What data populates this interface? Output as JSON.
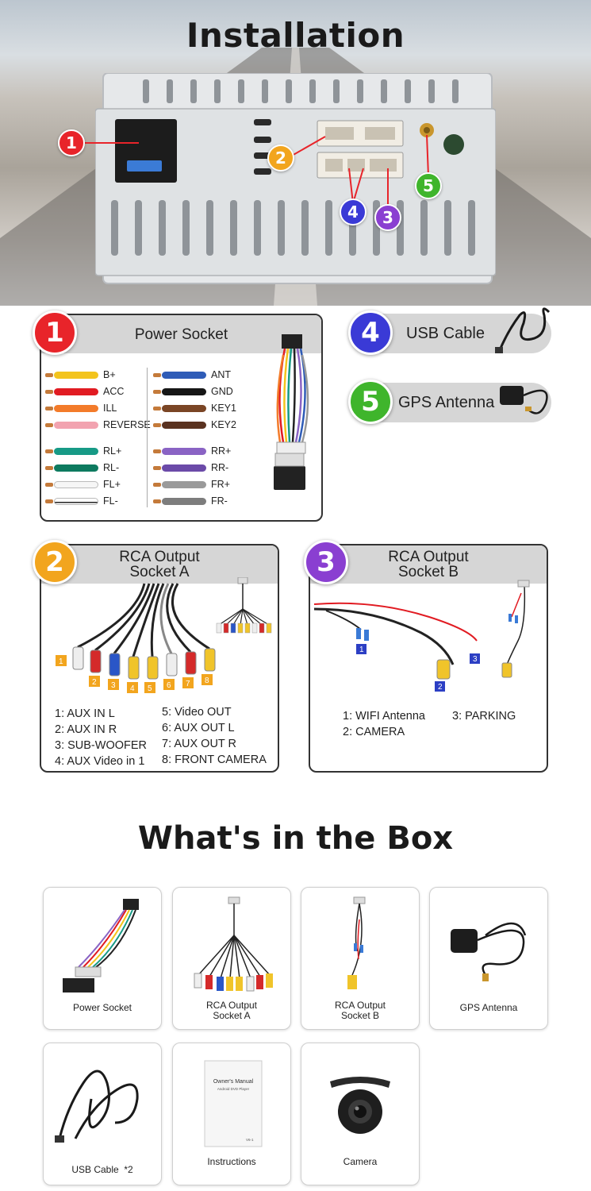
{
  "installation": {
    "title": "Installation",
    "callouts": [
      "1",
      "2",
      "3",
      "4",
      "5"
    ]
  },
  "sections": {
    "power_socket": {
      "number": "1",
      "title": "Power Socket",
      "wires_left": [
        {
          "label": "B+",
          "color": "#f3c41d"
        },
        {
          "label": "ACC",
          "color": "#e11b22"
        },
        {
          "label": "ILL",
          "color": "#f37b2a"
        },
        {
          "label": "REVERSE",
          "color": "#f2a3b0"
        },
        {
          "label": "RL+",
          "color": "#179a86"
        },
        {
          "label": "RL-",
          "color": "#0d7a5f"
        },
        {
          "label": "FL+",
          "color": "#f6f6f6"
        },
        {
          "label": "FL-",
          "color": "#eeeeee"
        }
      ],
      "wires_right": [
        {
          "label": "ANT",
          "color": "#2f5cb7"
        },
        {
          "label": "GND",
          "color": "#161616"
        },
        {
          "label": "KEY1",
          "color": "#7a4525"
        },
        {
          "label": "KEY2",
          "color": "#5a3220"
        },
        {
          "label": "RR+",
          "color": "#8a63c4"
        },
        {
          "label": "RR-",
          "color": "#6b4aa8"
        },
        {
          "label": "FR+",
          "color": "#9a9a9a"
        },
        {
          "label": "FR-",
          "color": "#7d7d7d"
        }
      ]
    },
    "usb_cable": {
      "number": "4",
      "title": "USB Cable"
    },
    "gps_antenna": {
      "number": "5",
      "title": "GPS Antenna"
    },
    "rca_a": {
      "number": "2",
      "title_line1": "RCA Output",
      "title_line2": "Socket A",
      "plug_numbers": [
        "1",
        "2",
        "3",
        "4",
        "5",
        "6",
        "7",
        "8"
      ],
      "legend_left": [
        "1: AUX IN L",
        "2: AUX IN R",
        "3: SUB-WOOFER",
        "4: AUX Video in 1"
      ],
      "legend_right": [
        "5: Video OUT",
        "6: AUX OUT L",
        "7: AUX OUT R",
        "8: FRONT CAMERA"
      ]
    },
    "rca_b": {
      "number": "3",
      "title_line1": "RCA Output",
      "title_line2": "Socket B",
      "plug_numbers": [
        "1",
        "2",
        "3"
      ],
      "legend_left": [
        "1: WIFI Antenna",
        "2: CAMERA"
      ],
      "legend_right": [
        "3: PARKING"
      ]
    }
  },
  "box": {
    "title": "What's in the Box",
    "items": [
      {
        "line1": "Power Socket",
        "line2": ""
      },
      {
        "line1": "RCA Output",
        "line2": "Socket A"
      },
      {
        "line1": "RCA Output",
        "line2": "Socket B"
      },
      {
        "line1": "GPS Antenna",
        "line2": ""
      },
      {
        "line1": "USB Cable  *2",
        "line2": ""
      },
      {
        "line1": "Instructions",
        "line2": ""
      },
      {
        "line1": "Camera",
        "line2": ""
      }
    ],
    "manual_title": "Owner's Manual",
    "manual_sub": "Android DVD Player",
    "manual_code": "V6-1"
  },
  "colors": {
    "red": "#e8242a",
    "orange": "#f2a51e",
    "purple": "#8a3fd1",
    "blue": "#3a3ad6",
    "green": "#3fb52c"
  }
}
